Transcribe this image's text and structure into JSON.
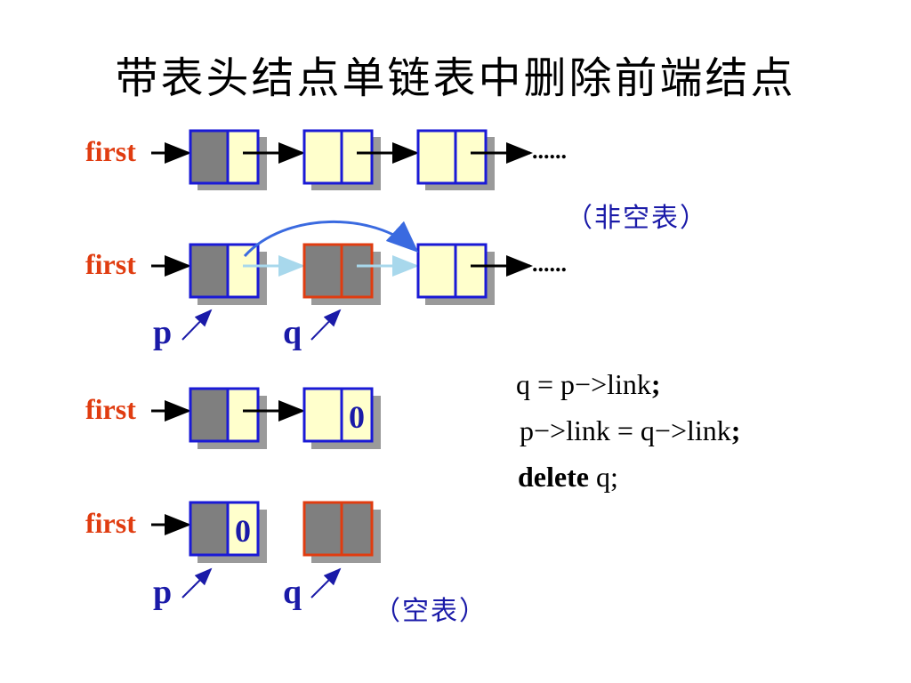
{
  "title": "带表头结点单链表中删除前端结点",
  "labels": {
    "first": "first",
    "p": "p",
    "q": "q",
    "zero": "0",
    "dots": "......"
  },
  "notes": {
    "non_empty": "（非空表）",
    "empty": "（空表）"
  },
  "code": {
    "line1_expr": "q = p−>link",
    "line1_end": ";",
    "line2_expr": "p−>link = q−>link",
    "line2_end": ";",
    "line3_kw": "delete",
    "line3_rest": " q;"
  },
  "colors": {
    "node_border": "#1a1ad6",
    "deleted_border": "#e03c10",
    "data_fill": "#7f7f7f",
    "link_fill": "#ffffcc",
    "shadow": "#9a9a9a",
    "first_text": "#e03c10",
    "pointer_text": "#1a1aa8",
    "bypass_arrow": "#3a6ae0",
    "faded_arrow": "#a8d8ec"
  }
}
